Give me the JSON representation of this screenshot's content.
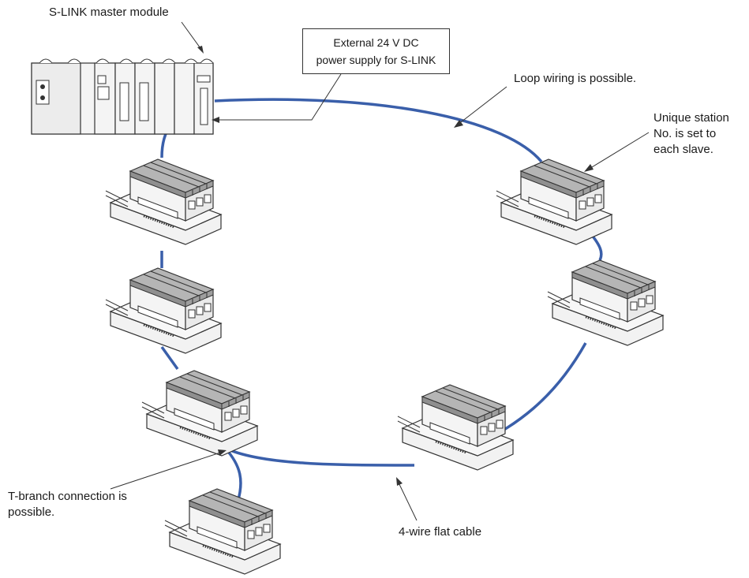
{
  "labels": {
    "master": "S-LINK master module",
    "power_line1": "External 24 V DC",
    "power_line2": "power supply for S-LINK",
    "loop": "Loop wiring is possible.",
    "unique_line1": "Unique station",
    "unique_line2": "No. is set to",
    "unique_line3": "each slave.",
    "tbranch_line1": "T-branch connection is",
    "tbranch_line2": "possible.",
    "cable": "4-wire flat cable"
  },
  "colors": {
    "cable": "#3a5faa",
    "outline": "#333333",
    "slave_top": "#b5b5b5",
    "slave_body": "#f2f2f2",
    "master_body": "#f4f4f4"
  },
  "icons": {
    "master": "plc-rack-icon",
    "slave": "slave-io-module-icon"
  }
}
